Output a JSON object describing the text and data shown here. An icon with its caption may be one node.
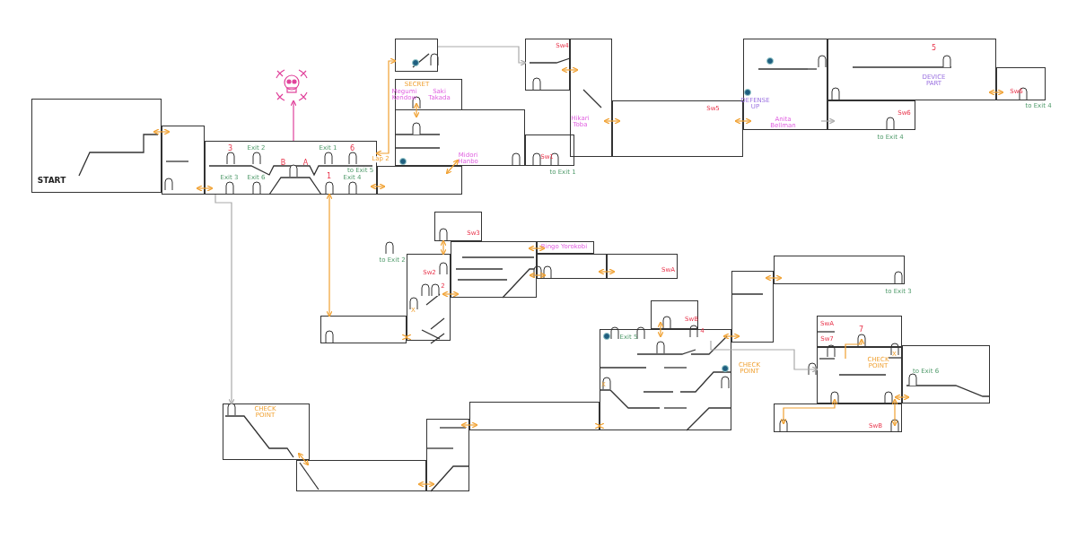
{
  "diagram": {
    "nodes": [
      {
        "text": [
          "START"
        ]
      },
      {
        "text": [],
        "shape": "box"
      },
      {
        "text": [
          "3",
          "Exit 2",
          "B",
          "A",
          "Exit 1",
          "6",
          "Exit 3",
          "Exit 6",
          "1",
          "Exit 4",
          "to Exit 5"
        ]
      },
      {
        "text": [],
        "shape": "box"
      },
      {
        "text": [],
        "shape": "picture"
      },
      {
        "text": [],
        "shape": "box"
      },
      {
        "text": [
          "SECRET",
          "Megumi Kendow",
          "Saki Takada"
        ]
      },
      {
        "text": [
          "Midori Hanbo"
        ]
      },
      {
        "text": [
          "Sw1"
        ],
        "beside": [
          "to Exit 1"
        ]
      },
      {
        "text": [
          "Sw4"
        ]
      },
      {
        "text": [
          "Hikari Toba"
        ]
      },
      {
        "text": [
          "Sw5"
        ]
      },
      {
        "text": [
          "DEFENSE UP",
          "Anita Bellman"
        ]
      },
      {
        "text": [
          "5",
          "DEVICE PART"
        ]
      },
      {
        "text": [
          "Sw6"
        ],
        "beside": [
          "to Exit 4"
        ]
      },
      {
        "text": [
          "Sw6"
        ],
        "beside": [
          "to Exit 4"
        ]
      },
      {
        "text": [
          "Sw3"
        ]
      },
      {
        "text": [
          "Sw2",
          "2",
          "X"
        ],
        "beside": [
          "to Exit 2"
        ]
      },
      {
        "text": [],
        "shape": "box"
      },
      {
        "text": [
          "Ringo Yorokobi"
        ]
      },
      {
        "text": [],
        "shape": "box"
      },
      {
        "text": [
          "SwA"
        ]
      },
      {
        "text": [],
        "shape": "box"
      },
      {
        "text": [
          "SwB"
        ]
      },
      {
        "text": [
          "Exit 5",
          "4",
          "X"
        ],
        "beside": [
          "CHECK POINT"
        ]
      },
      {
        "text": [],
        "shape": "box"
      },
      {
        "text": [],
        "shape": "box",
        "beside": [
          "to Exit 3"
        ]
      },
      {
        "text": [
          "SwA",
          "Sw7",
          "7"
        ]
      },
      {
        "text": [
          "X",
          "CHECK POINT"
        ]
      },
      {
        "text": [
          "to Exit 6"
        ]
      },
      {
        "text": [
          "SwB"
        ]
      },
      {
        "text": [
          "CHECK POINT"
        ]
      },
      {
        "text": [],
        "shape": "box"
      },
      {
        "text": [],
        "shape": "box"
      },
      {
        "text": [],
        "shape": "box"
      }
    ],
    "edges": [
      {
        "from": 0,
        "to": 1,
        "arrow": "both"
      },
      {
        "from": 1,
        "to": 2,
        "arrow": "both"
      },
      {
        "from": 2,
        "to": 4,
        "arrow": "to",
        "color": "#e0409a"
      },
      {
        "from": 2,
        "to": 22,
        "arrow": "both"
      },
      {
        "from": 2,
        "to": 5,
        "arrow": "both",
        "label": "Lap 2"
      },
      {
        "from": 2,
        "to": 3,
        "arrow": "both"
      },
      {
        "from": 2,
        "to": 31,
        "arrow": "to",
        "color": "#aaaaaa"
      },
      {
        "from": 3,
        "to": 7,
        "arrow": "both"
      },
      {
        "from": 5,
        "to": 9,
        "arrow": "to",
        "color": "#aaaaaa"
      },
      {
        "from": 6,
        "to": 7,
        "arrow": "both"
      },
      {
        "from": 9,
        "to": 10,
        "arrow": "both"
      },
      {
        "from": 10,
        "to": 11,
        "arrow": "both"
      },
      {
        "from": 11,
        "to": 12,
        "arrow": "both"
      },
      {
        "from": 12,
        "to": 14,
        "arrow": "to",
        "color": "#aaaaaa"
      },
      {
        "from": 13,
        "to": 15,
        "arrow": "both"
      },
      {
        "from": 16,
        "to": 17,
        "arrow": "both"
      },
      {
        "from": 17,
        "to": 18,
        "arrow": "both"
      },
      {
        "from": 18,
        "to": 19,
        "arrow": "both"
      },
      {
        "from": 18,
        "to": 20,
        "arrow": "both"
      },
      {
        "from": 20,
        "to": 21,
        "arrow": "both"
      },
      {
        "from": 17,
        "to": 22,
        "arrow": "both"
      },
      {
        "from": 23,
        "to": 24,
        "arrow": "both"
      },
      {
        "from": 24,
        "to": 25,
        "arrow": "both"
      },
      {
        "from": 25,
        "to": 26,
        "arrow": "both"
      },
      {
        "from": 24,
        "to": 28,
        "arrow": "to",
        "color": "#aaaaaa"
      },
      {
        "from": 24,
        "to": 34,
        "arrow": "both"
      },
      {
        "from": 28,
        "to": 27,
        "arrow": "to"
      },
      {
        "from": 28,
        "to": 29,
        "arrow": "both"
      },
      {
        "from": 30,
        "to": 28,
        "arrow": "both"
      },
      {
        "from": 30,
        "to": 28,
        "arrow": "both"
      },
      {
        "from": 31,
        "to": 32,
        "arrow": "both"
      },
      {
        "from": 32,
        "to": 33,
        "arrow": "both"
      },
      {
        "from": 33,
        "to": 34,
        "arrow": "both"
      }
    ]
  }
}
